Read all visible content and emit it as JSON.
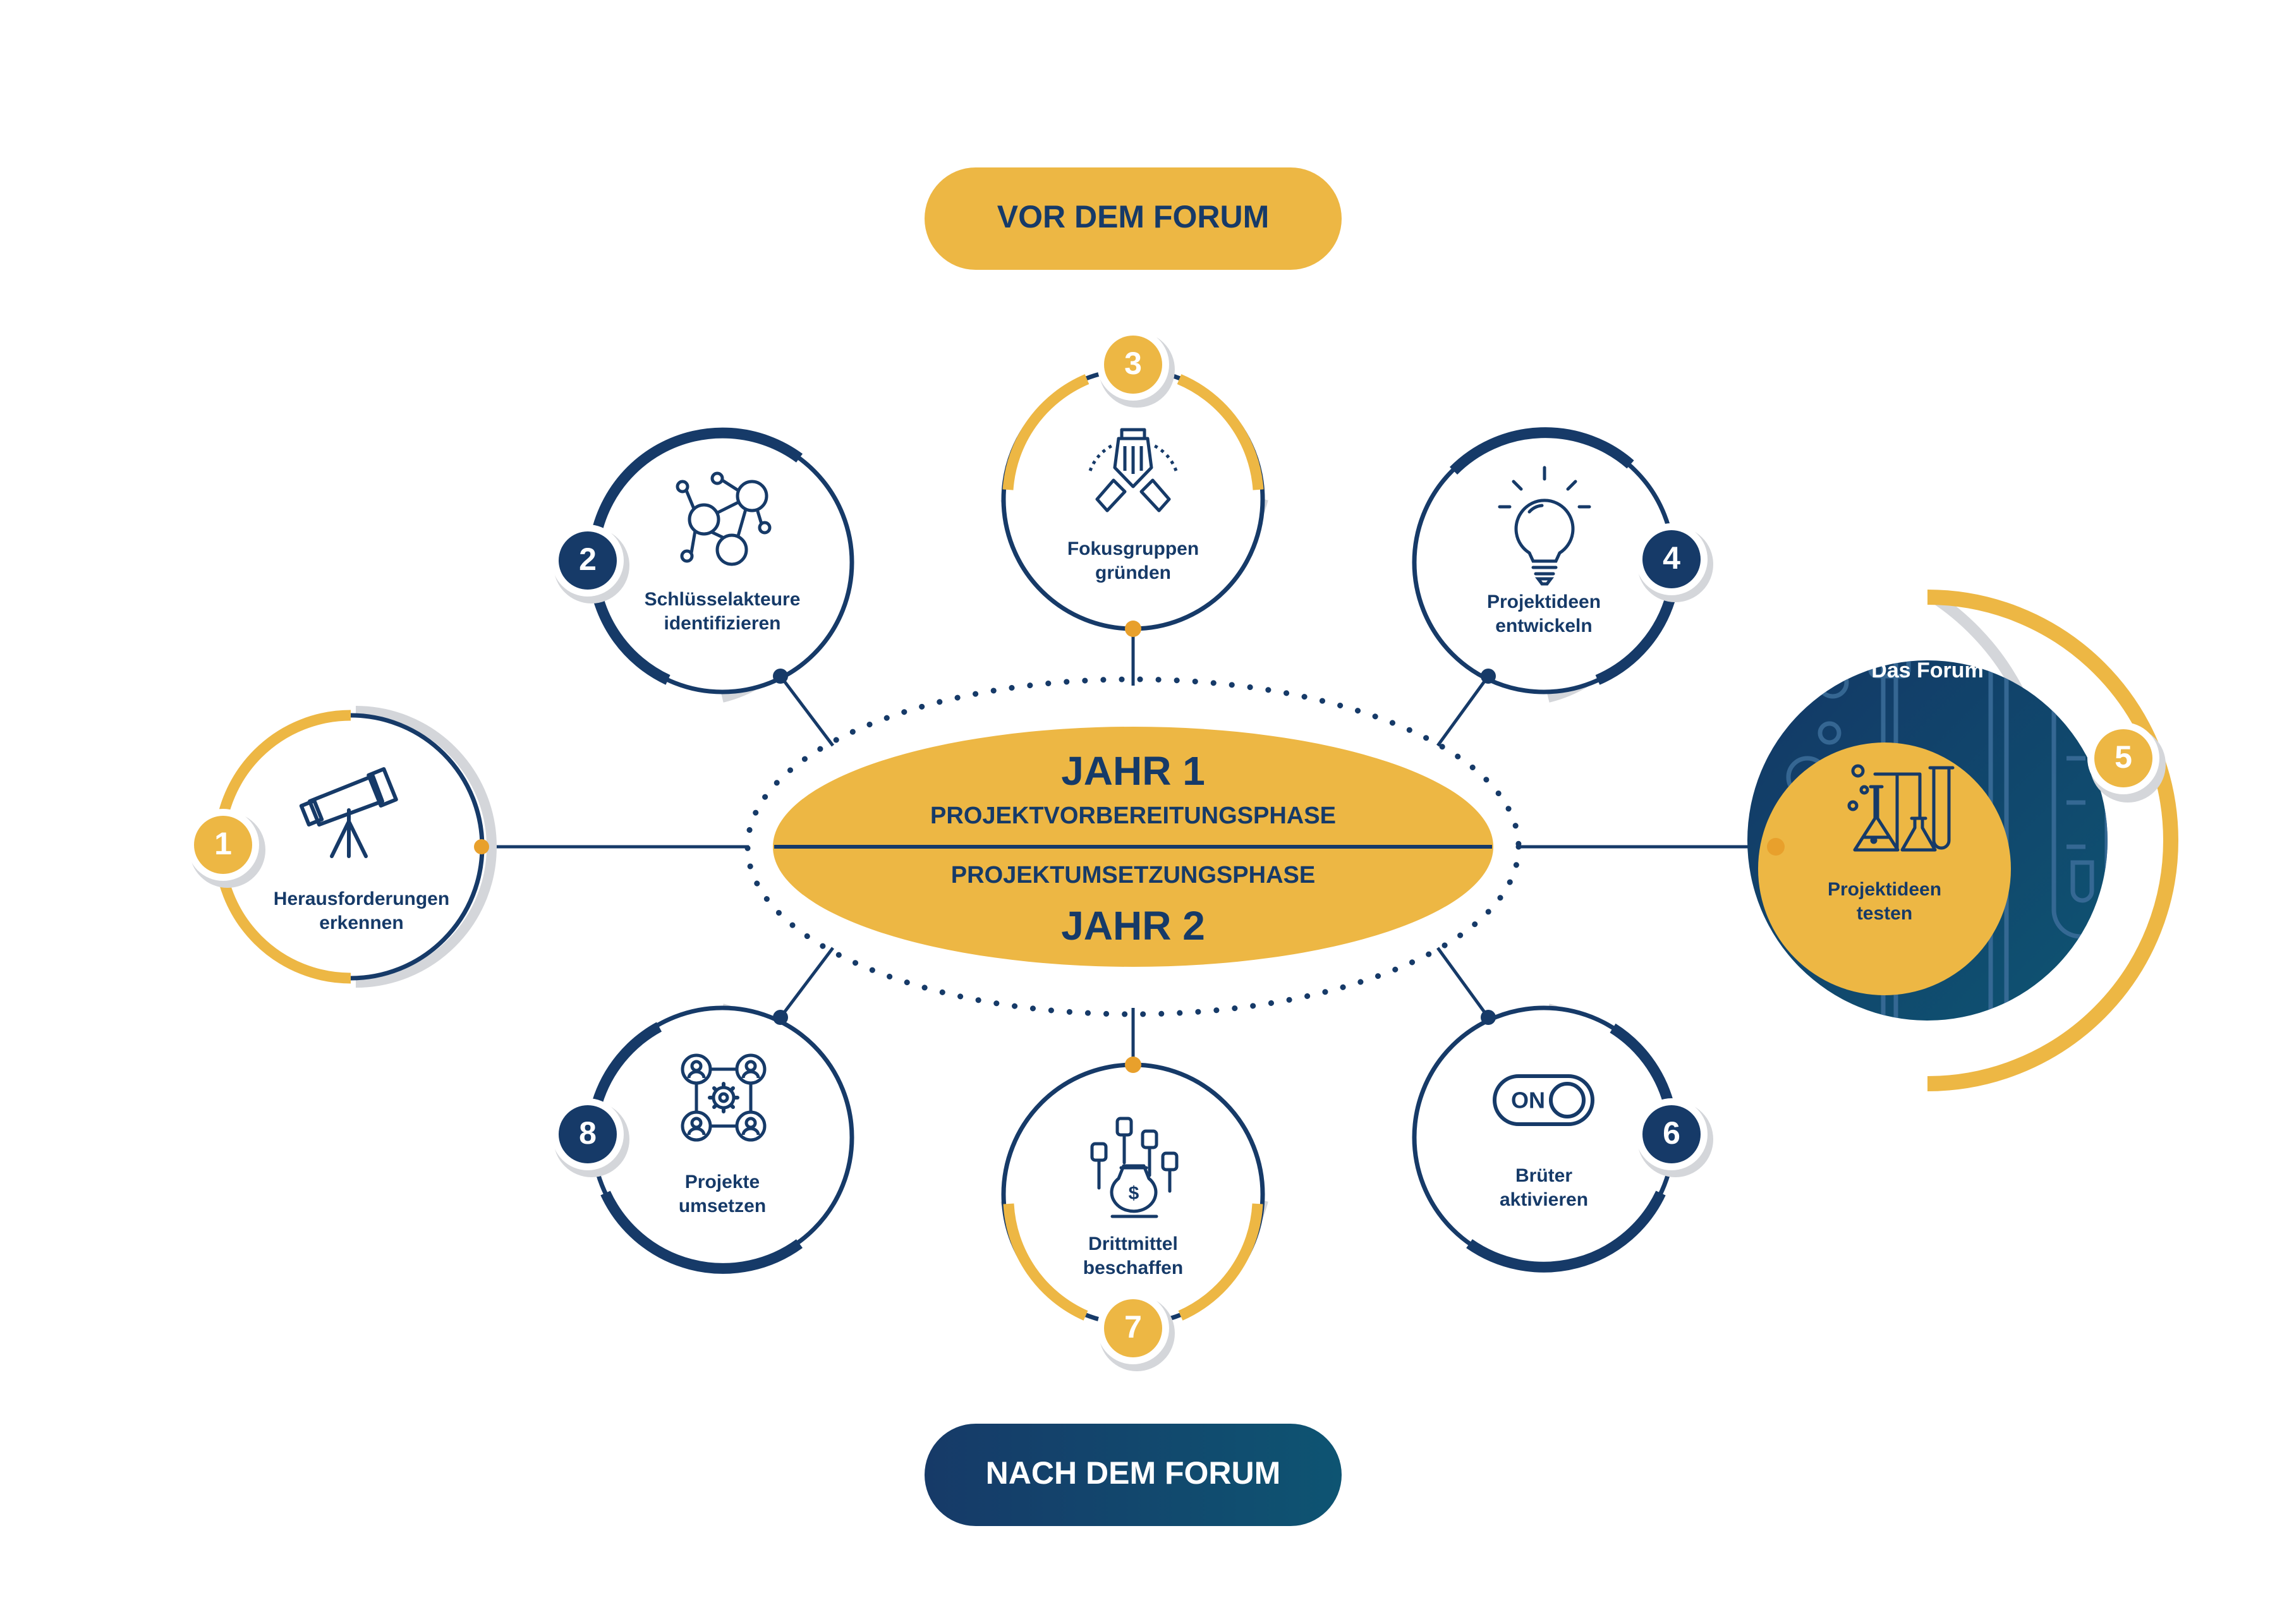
{
  "colors": {
    "navy": "#163A68",
    "navy_dark": "#12345F",
    "gold": "#EDB744",
    "orange_dot": "#E8A02C",
    "teal": "#0E5472",
    "shadow": "#D4D6DA",
    "white": "#FFFFFF"
  },
  "top_pill": {
    "label": "VOR DEM FORUM"
  },
  "bottom_pill": {
    "label": "NACH DEM FORUM"
  },
  "center": {
    "year1": "JAHR 1",
    "phase1": "PROJEKTVORBEREITUNGSPHASE",
    "phase2": "PROJEKTUMSETZUNGSPHASE",
    "year2": "JAHR 2"
  },
  "forum": {
    "title": "Das Forum"
  },
  "steps": [
    {
      "number": "1",
      "line1": "Herausforderungen",
      "line2": "erkennen",
      "icon": "telescope-icon"
    },
    {
      "number": "2",
      "line1": "Schlüsselakteure",
      "line2": "identifizieren",
      "icon": "network-icon"
    },
    {
      "number": "3",
      "line1": "Fokusgruppen",
      "line2": "gründen",
      "icon": "teamwork-hands-icon"
    },
    {
      "number": "4",
      "line1": "Projektideen",
      "line2": "entwickeln",
      "icon": "lightbulb-icon"
    },
    {
      "number": "5",
      "line1": "Projektideen",
      "line2": "testen",
      "icon": "laboratory-icon"
    },
    {
      "number": "6",
      "line1": "Brüter",
      "line2": "aktivieren",
      "icon": "on-switch-icon",
      "switch_label": "ON"
    },
    {
      "number": "7",
      "line1": "Drittmittel",
      "line2": "beschaffen",
      "icon": "money-bag-hands-icon",
      "bag_symbol": "$"
    },
    {
      "number": "8",
      "line1": "Projekte",
      "line2": "umsetzen",
      "icon": "team-gear-icon"
    }
  ]
}
